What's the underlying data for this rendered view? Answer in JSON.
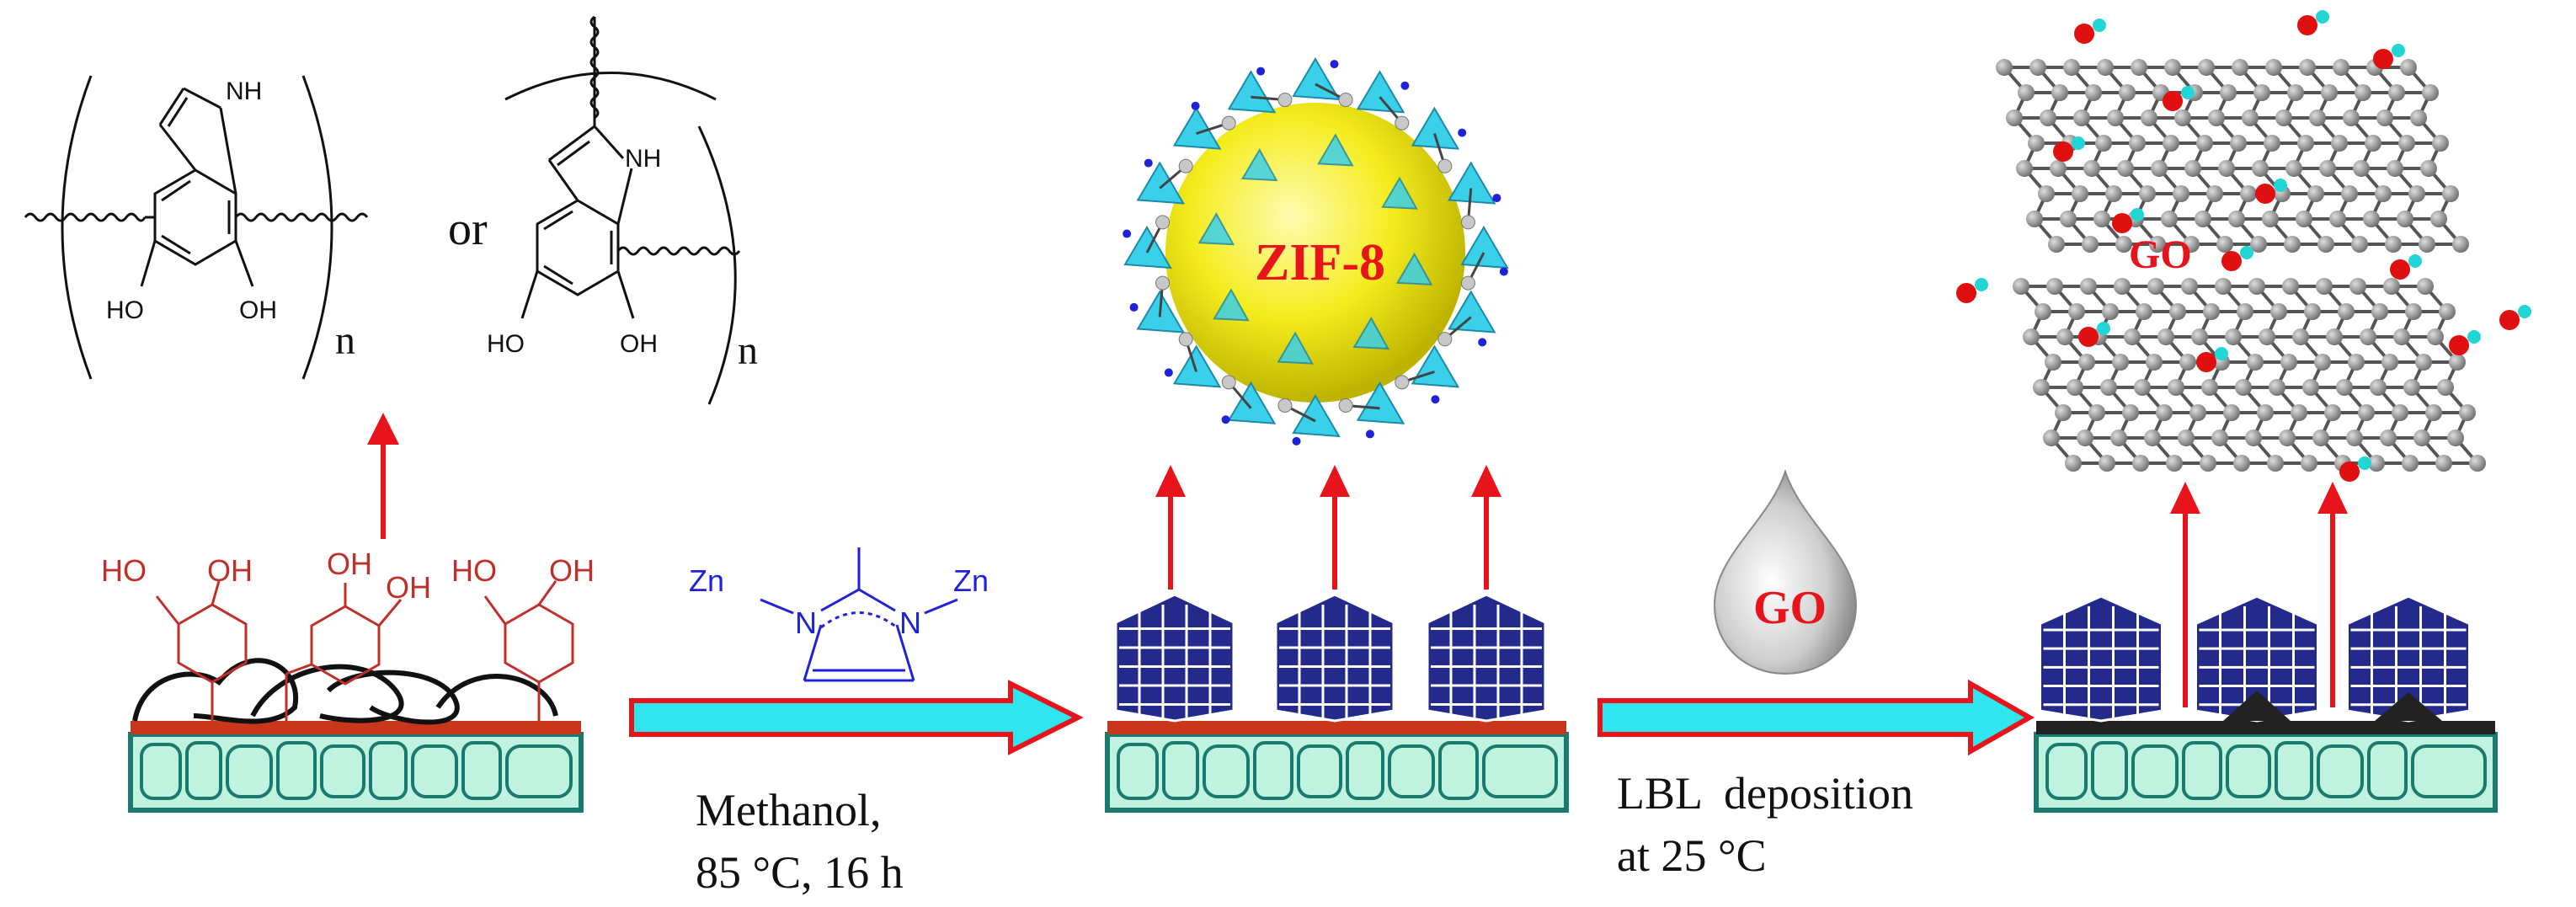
{
  "colors": {
    "red": "#e8141b",
    "substrate_fill": "#bff2df",
    "substrate_line": "#1a7a6e",
    "pda_red": "#c0302b",
    "zn_blue": "#1e22d8",
    "hexagon_blue": "#232a8c",
    "arrow_cyan": "#2fe5ee",
    "zif_sphere": "#f4ec1c",
    "tetra_cyan": "#3ad0ea",
    "carbon_gray": "#8c8c8c",
    "oxygen_red": "#e01010",
    "hydrogen_cyan": "#22d6d6",
    "black_layer": "#222222"
  },
  "structure_text": {
    "nh_1": "NH",
    "nh_2": "NH",
    "ho_1": "HO",
    "oh_1": "OH",
    "ho_2": "HO",
    "oh_2": "OH",
    "n_1": "n",
    "n_2": "n",
    "or": "or"
  },
  "pda_text": {
    "ho_a": "HO",
    "oh_a": "OH",
    "oh_b": "OH",
    "oh_c": "OH",
    "ho_d": "HO",
    "oh_d": "OH"
  },
  "reagent": {
    "zn_left": "Zn",
    "n_left": "N",
    "n_right": "N",
    "zn_right": "Zn"
  },
  "steps": {
    "step1_line1": "Methanol,",
    "step1_line2": "85 °C, 16 h",
    "step2_line1": "LBL  deposition",
    "step2_line2": "at 25 °C"
  },
  "labels": {
    "zif8": "ZIF-8",
    "go_drop": "GO",
    "go_sheet": "GO"
  }
}
